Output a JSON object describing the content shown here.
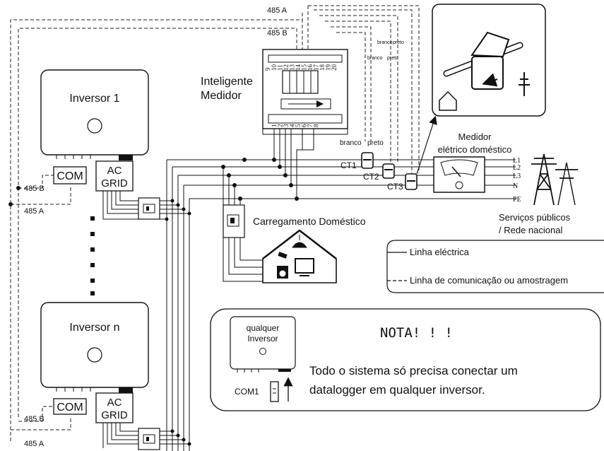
{
  "bus": {
    "label_485a_top": "485 A",
    "label_485b_top": "485 B",
    "label_485b_inv1": "485 B",
    "label_485a_inv1": "485 A",
    "label_485b_invn": "485 B",
    "label_485a_invn": "485 A"
  },
  "inverter1": {
    "title": "Inversor 1",
    "com_label": "COM",
    "ac_line1": "AC",
    "ac_line2": "GRID"
  },
  "inverterN": {
    "title": "Inversor n",
    "com_label": "COM",
    "ac_line1": "AC",
    "ac_line2": "GRID"
  },
  "smart_meter": {
    "label_line1": "Inteligente",
    "label_line2": "Medidor",
    "terminals_top": [
      "10",
      "11",
      "12",
      "13",
      "14",
      "15",
      "16",
      "17",
      "18",
      "19",
      "20"
    ],
    "terminals_left": [
      "9"
    ],
    "terminals_bottom": [
      "1",
      "2",
      "3",
      "4",
      "5",
      "6",
      "7",
      "8"
    ],
    "wire_branco": "branco",
    "wire_preto": "preto"
  },
  "ct": {
    "ct1": "CT1",
    "ct2": "CT2",
    "ct3": "CT3",
    "branco": "branco",
    "preto": "preto"
  },
  "household_meter": {
    "label_line1": "Medidor",
    "label_line2": "elétrico doméstico"
  },
  "grid_lines": [
    "L1",
    "L2",
    "L3",
    "N",
    "PE"
  ],
  "grid": {
    "label_line1": "Serviços públicos",
    "label_line2": "/ Rede nacional"
  },
  "home_load": {
    "label": "Carregamento Doméstico"
  },
  "legend": {
    "power_line": "Linha eléctrica",
    "comm_line": "Linha de comunicação ou amostragem"
  },
  "note": {
    "inverter_line1": "qualquer",
    "inverter_line2": "Inversor",
    "com1": "COM1",
    "title": "NOTA! ! !",
    "text_line1": "Todo o sistema só precisa conectar um",
    "text_line2": "datalogger em qualquer inversor."
  }
}
